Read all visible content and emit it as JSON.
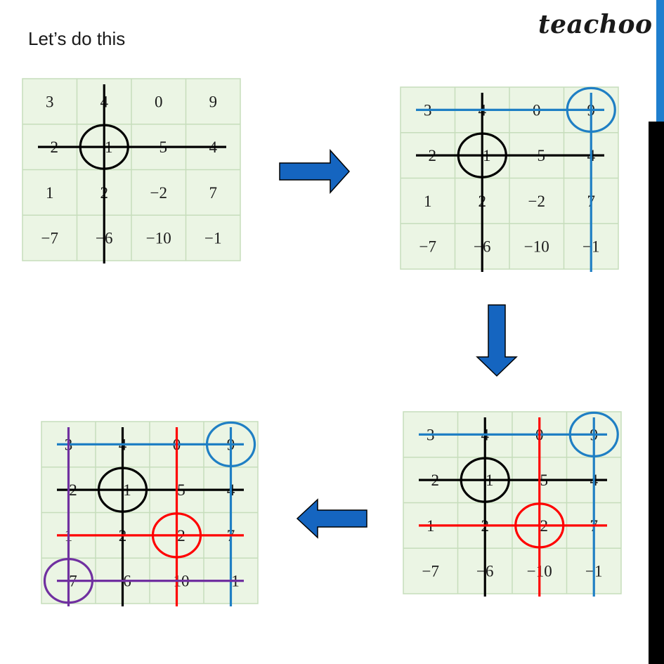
{
  "header": {
    "title": "Let’s do this",
    "brand": "teachoo"
  },
  "matrix": [
    [
      "3",
      "4",
      "0",
      "9"
    ],
    [
      "−2",
      "−1",
      "−5",
      "4"
    ],
    [
      "1",
      "2",
      "−2",
      "7"
    ],
    [
      "−7",
      "−6",
      "−10",
      "−1"
    ]
  ],
  "colors": {
    "grid_fill": "#ebf5e4",
    "grid_line": "#c6ddbb",
    "black": "#000000",
    "blue": "#1f7fc4",
    "red": "#ff0000",
    "purple": "#7030a0",
    "arrow_fill": "#1565c0",
    "sidebar_dark": "#000000",
    "sidebar_accent": "#1f7fce"
  },
  "steps": [
    {
      "name": "step-1",
      "marks": [
        {
          "row": 1,
          "col": 1,
          "color": "black"
        }
      ]
    },
    {
      "name": "step-2",
      "marks": [
        {
          "row": 1,
          "col": 1,
          "color": "black"
        },
        {
          "row": 0,
          "col": 3,
          "color": "blue"
        }
      ]
    },
    {
      "name": "step-3",
      "marks": [
        {
          "row": 1,
          "col": 1,
          "color": "black"
        },
        {
          "row": 0,
          "col": 3,
          "color": "blue"
        },
        {
          "row": 2,
          "col": 2,
          "color": "red"
        }
      ]
    },
    {
      "name": "step-4",
      "marks": [
        {
          "row": 1,
          "col": 1,
          "color": "black"
        },
        {
          "row": 0,
          "col": 3,
          "color": "blue"
        },
        {
          "row": 2,
          "col": 2,
          "color": "red"
        },
        {
          "row": 3,
          "col": 0,
          "color": "purple"
        }
      ]
    }
  ],
  "arrows": [
    {
      "name": "arrow-right",
      "direction": "right"
    },
    {
      "name": "arrow-down",
      "direction": "down"
    },
    {
      "name": "arrow-left",
      "direction": "left"
    }
  ]
}
